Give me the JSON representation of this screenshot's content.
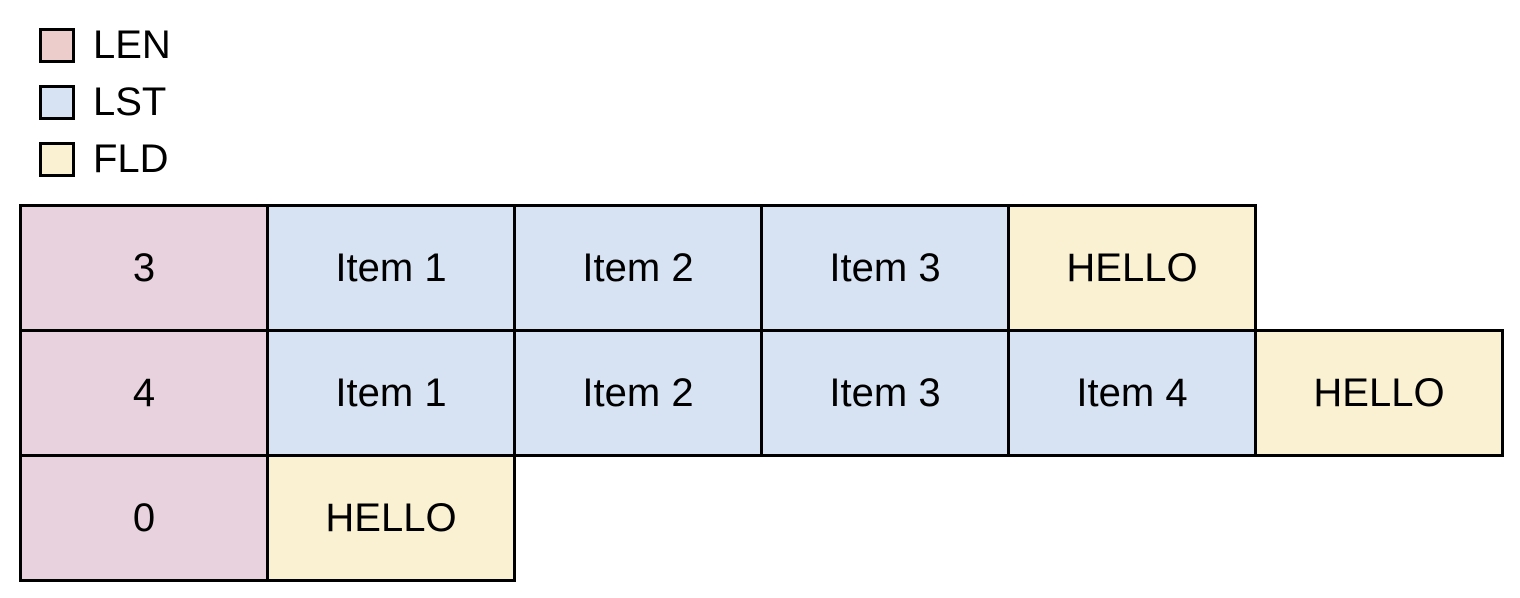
{
  "legend": {
    "items": [
      {
        "id": "len",
        "label": "LEN",
        "swatch_color": "#EDCDCB"
      },
      {
        "id": "lst",
        "label": "LST",
        "swatch_color": "#D7E3F2"
      },
      {
        "id": "fld",
        "label": "FLD",
        "swatch_color": "#FAF1D2"
      }
    ]
  },
  "colors": {
    "len_cell": "#E7D2DE",
    "lst_cell": "#D7E3F2",
    "fld_cell": "#FAF1D2",
    "border": "#000000",
    "background": "#ffffff",
    "text": "#000000"
  },
  "diagram": {
    "rows": [
      {
        "cells": [
          {
            "type": "len",
            "text": "3"
          },
          {
            "type": "lst",
            "text": "Item 1"
          },
          {
            "type": "lst",
            "text": "Item 2"
          },
          {
            "type": "lst",
            "text": "Item 3"
          },
          {
            "type": "fld",
            "text": "HELLO"
          }
        ]
      },
      {
        "cells": [
          {
            "type": "len",
            "text": "4"
          },
          {
            "type": "lst",
            "text": "Item 1"
          },
          {
            "type": "lst",
            "text": "Item 2"
          },
          {
            "type": "lst",
            "text": "Item 3"
          },
          {
            "type": "lst",
            "text": "Item 4"
          },
          {
            "type": "fld",
            "text": "HELLO"
          }
        ]
      },
      {
        "cells": [
          {
            "type": "len",
            "text": "0"
          },
          {
            "type": "fld",
            "text": "HELLO"
          }
        ]
      }
    ]
  }
}
